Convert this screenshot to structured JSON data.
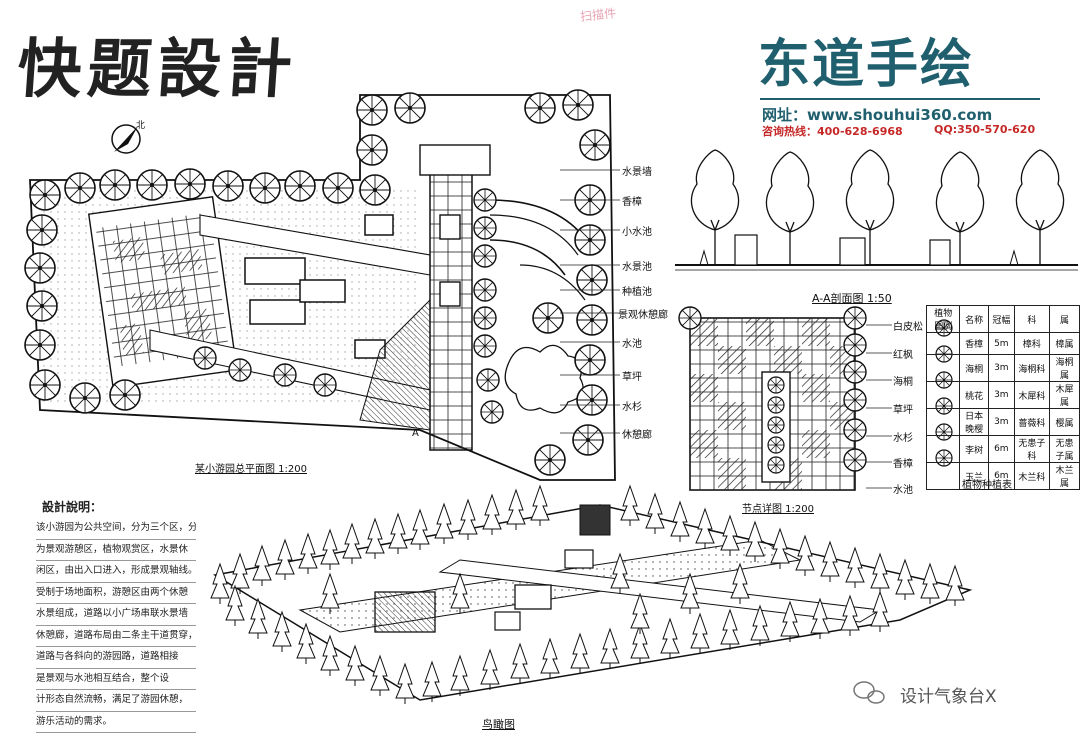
{
  "title": "快题設計",
  "brand": {
    "name": "东道手绘",
    "url": "网址：www.shouhui360.com",
    "hotline": "咨询热线：400-628-6968",
    "qq": "QQ:350-570-620",
    "color": "#1f5f6e"
  },
  "north_label": "北",
  "plan": {
    "caption": "某小游园总平面图 1:200",
    "callouts": [
      "水景墙",
      "香樟",
      "小水池",
      "水景池",
      "种植池",
      "景观休憩廊",
      "水池",
      "草坪",
      "水杉",
      "休憩廊"
    ],
    "section_mark": "A"
  },
  "section": {
    "caption": "A-A剖面图 1:50"
  },
  "detail": {
    "caption": "节点详图 1:200",
    "callouts": [
      "白皮松",
      "红枫",
      "海桐",
      "草坪",
      "水杉",
      "香樟",
      "水池"
    ]
  },
  "legend": {
    "caption": "植物种植表",
    "headers": [
      "植物图例",
      "名称",
      "冠幅",
      "科",
      "属"
    ],
    "rows": [
      [
        "",
        "香樟",
        "5m",
        "樟科",
        "樟属"
      ],
      [
        "",
        "海桐",
        "3m",
        "海桐科",
        "海桐属"
      ],
      [
        "",
        "桃花",
        "3m",
        "木犀科",
        "木犀属"
      ],
      [
        "",
        "日本晚樱",
        "3m",
        "蔷薇科",
        "樱属"
      ],
      [
        "",
        "李树",
        "6m",
        "无患子科",
        "无患子属"
      ],
      [
        "",
        "玉兰",
        "6m",
        "木兰科",
        "木兰属"
      ]
    ]
  },
  "notes": {
    "title": "設計說明：",
    "lines": [
      "该小游园为公共空间，分为三个区，分别",
      "为景观游憩区，植物观赏区，水景休",
      "闲区，由出入口进入，形成景观轴线。",
      "受制于场地面积，游憩区由两个休憩",
      "水景组成，道路以小广场串联水景墙",
      "休憩廊，道路布局由二条主干道贯穿，",
      "道路与各斜向的游园路，道路相接",
      "是景观与水池相互结合，整个设",
      "计形态自然流畅，满足了游园休憩，",
      "游乐活动的需求。"
    ]
  },
  "aerial": {
    "caption": "鸟瞰图"
  },
  "watermark": "设计气象台X",
  "stamp": "扫描件"
}
